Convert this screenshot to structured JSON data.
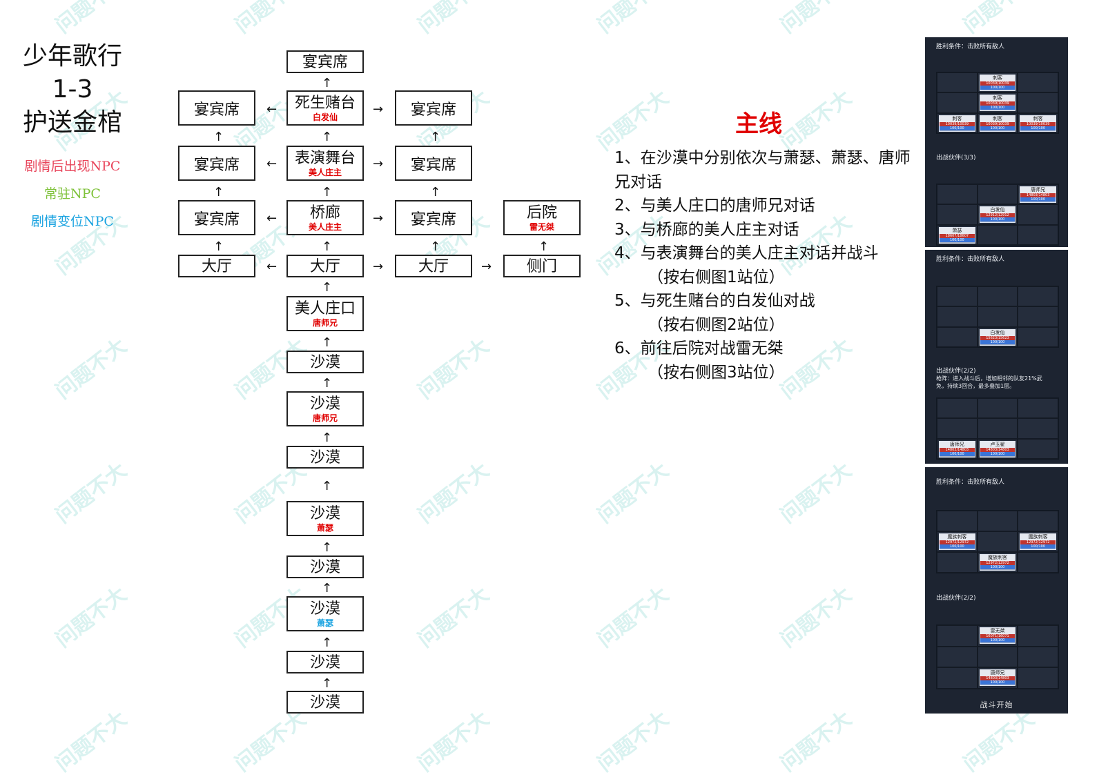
{
  "title": {
    "line1": "少年歌行",
    "line2": "1-3",
    "line3": "护送金棺"
  },
  "legend": [
    {
      "label": "剧情后出现NPC",
      "color": "#e8445a"
    },
    {
      "label": "常驻NPC",
      "color": "#7fc23a"
    },
    {
      "label": "剧情变位NPC",
      "color": "#1aa3e0"
    }
  ],
  "map": {
    "banquet_top": "宴宾席",
    "arena": {
      "name": "死生赌台",
      "npc": "白发仙"
    },
    "left1": "宴宾席",
    "right1": "宴宾席",
    "stage": {
      "name": "表演舞台",
      "npc": "美人庄主"
    },
    "left2": "宴宾席",
    "right2": "宴宾席",
    "bridge": {
      "name": "桥廊",
      "npc": "美人庄主"
    },
    "left3": "宴宾席",
    "right3": "宴宾席",
    "backyard": {
      "name": "后院",
      "npc": "雷无桀"
    },
    "hall_left": "大厅",
    "hall_center": "大厅",
    "hall_right": "大厅",
    "side_gate": "侧门",
    "gate": {
      "name": "美人庄口",
      "npc": "唐师兄"
    },
    "desert1": "沙漠",
    "desert2": {
      "name": "沙漠",
      "npc": "唐师兄"
    },
    "desert3": "沙漠",
    "desert4": {
      "name": "沙漠",
      "npc": "萧瑟"
    },
    "desert5": "沙漠",
    "desert6": {
      "name": "沙漠",
      "npc": "萧瑟"
    },
    "desert7": "沙漠",
    "desert8": "沙漠",
    "arrow_up": "↑",
    "arrow_left": "←",
    "arrow_right": "→",
    "npc_colors": {
      "red": "#e00000",
      "blue": "#1aa3e0"
    }
  },
  "mainline": {
    "title": "主线",
    "steps": [
      "1、在沙漠中分别依次与萧瑟、萧瑟、唐师",
      "兄对话",
      "2、与美人庄口的唐师兄对话",
      "3、与桥廊的美人庄主对话",
      "4、与表演舞台的美人庄主对话并战斗",
      "（按右侧图1站位）",
      "5、与死生赌台的白发仙对战",
      "（按右侧图2站位）",
      "6、前往后院对战雷无桀",
      "（按右侧图3站位）"
    ]
  },
  "panels": [
    {
      "victory": "胜利条件：击败所有敌人",
      "enemies": [
        {
          "name": "刺客",
          "hp": "10039/10039",
          "mp": "100/100"
        },
        {
          "name": "刺客",
          "hp": "10039/10039",
          "mp": "100/100"
        },
        {
          "name": "刺客",
          "hp": "10039/10039",
          "mp": "100/100"
        },
        {
          "name": "刺客",
          "hp": "10039/10039",
          "mp": "100/100"
        },
        {
          "name": "刺客",
          "hp": "10039/10039",
          "mp": "100/100"
        }
      ],
      "partners": "出战伙伴(3/3)",
      "allies": [
        {
          "name": "唐师兄",
          "hp": "14803/14803",
          "mp": "100/100"
        },
        {
          "name": "白发仙",
          "hp": "12912/12912",
          "mp": "100/100"
        },
        {
          "name": "萧瑟",
          "hp": "18607/18607",
          "mp": "100/100"
        }
      ]
    },
    {
      "victory": "胜利条件：击败所有敌人",
      "enemies": [
        {
          "name": "白发仙",
          "hp": "15623/15623",
          "mp": "100/100"
        }
      ],
      "partners": "出战伙伴(2/2)",
      "note1": "枪阵：进入战斗后，增加相邻的队友21%武",
      "note2": "免，持续3回合，最多叠加1层。",
      "allies": [
        {
          "name": "唐师兄",
          "hp": "14803/14803",
          "mp": "100/100"
        },
        {
          "name": "卢玉翟",
          "hp": "14803/14803",
          "mp": "100/100"
        }
      ]
    },
    {
      "victory": "胜利条件：击败所有敌人",
      "enemies": [
        {
          "name": "魔族刺客",
          "hp": "12972/12972",
          "mp": "100/100"
        },
        {
          "name": "魔族刺客",
          "hp": "12972/12972",
          "mp": "100/100"
        },
        {
          "name": "魔族刺客",
          "hp": "12972/12972",
          "mp": "100/100"
        }
      ],
      "partners": "出战伙伴(2/2)",
      "allies": [
        {
          "name": "雷无桀",
          "hp": "16071/16071",
          "mp": "100/100"
        },
        {
          "name": "唐师兄",
          "hp": "14803/14803",
          "mp": "100/100"
        }
      ],
      "start": "战斗开始"
    }
  ],
  "watermark": "问题不大"
}
